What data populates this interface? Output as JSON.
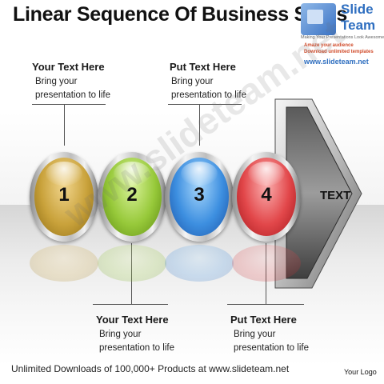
{
  "title": "Linear Sequence Of Business Steps",
  "logo": {
    "slide": "Slide",
    "team": "Team",
    "tagline": "Making Your Presentations Look Awesome",
    "line1": "Amaze your audience",
    "line2": "Download unlimited templates",
    "url": "www.slideteam.net"
  },
  "callouts": [
    {
      "title": "Your Text Here",
      "body": "Bring your presentation to life"
    },
    {
      "title": "Put Text Here",
      "body": "Bring your presentation to life"
    },
    {
      "title": "Your Text Here",
      "body": "Bring your presentation to life"
    },
    {
      "title": "Put Text Here",
      "body": "Bring your presentation to life"
    }
  ],
  "steps": [
    {
      "number": "1",
      "color": "#c9a23b"
    },
    {
      "number": "2",
      "color": "#97c93a"
    },
    {
      "number": "3",
      "color": "#3d8fe0"
    },
    {
      "number": "4",
      "color": "#e2474a"
    }
  ],
  "arrow_label": "TEXT",
  "watermark": "www.slideteam.net",
  "footer": "Unlimited Downloads of 100,000+ Products at www.slideteam.net",
  "your_logo": "Your Logo"
}
